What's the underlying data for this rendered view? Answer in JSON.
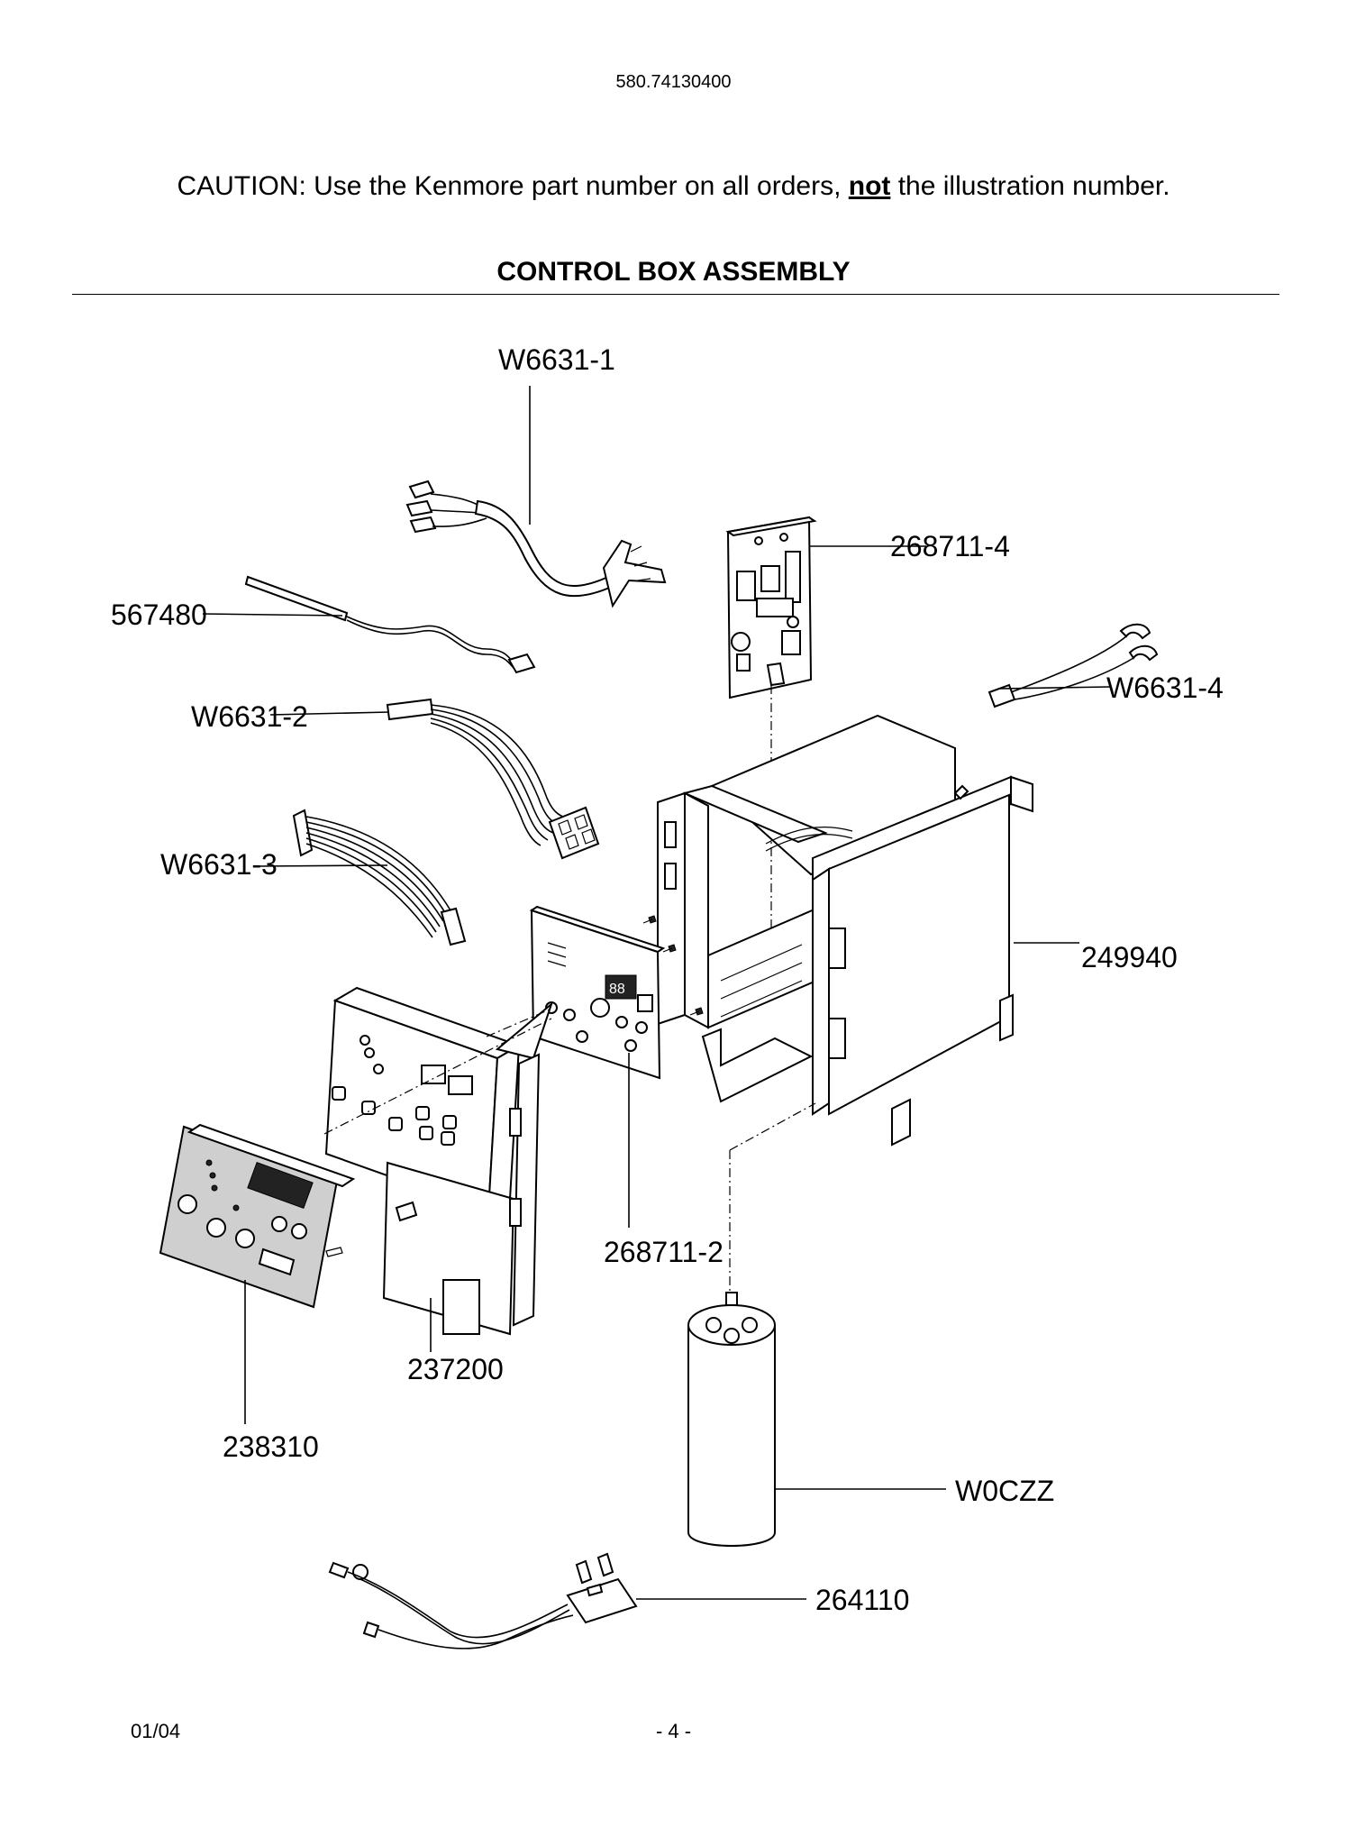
{
  "header": {
    "model_number": "580.74130400",
    "caution_before": "CAUTION: Use the Kenmore part number on all orders, ",
    "caution_emphasis": "not",
    "caution_after": " the illustration number.",
    "section_title": "CONTROL BOX ASSEMBLY"
  },
  "callouts": {
    "w6631_1": "W6631-1",
    "p268711_4": "268711-4",
    "p567480": "567480",
    "w6631_4": "W6631-4",
    "w6631_2": "W6631-2",
    "w6631_3": "W6631-3",
    "p249940": "249940",
    "p268711_2": "268711-2",
    "p237200": "237200",
    "p238310": "238310",
    "w0czz": "W0CZZ",
    "p264110": "264110"
  },
  "footer": {
    "date": "01/04",
    "page": "- 4 -"
  }
}
